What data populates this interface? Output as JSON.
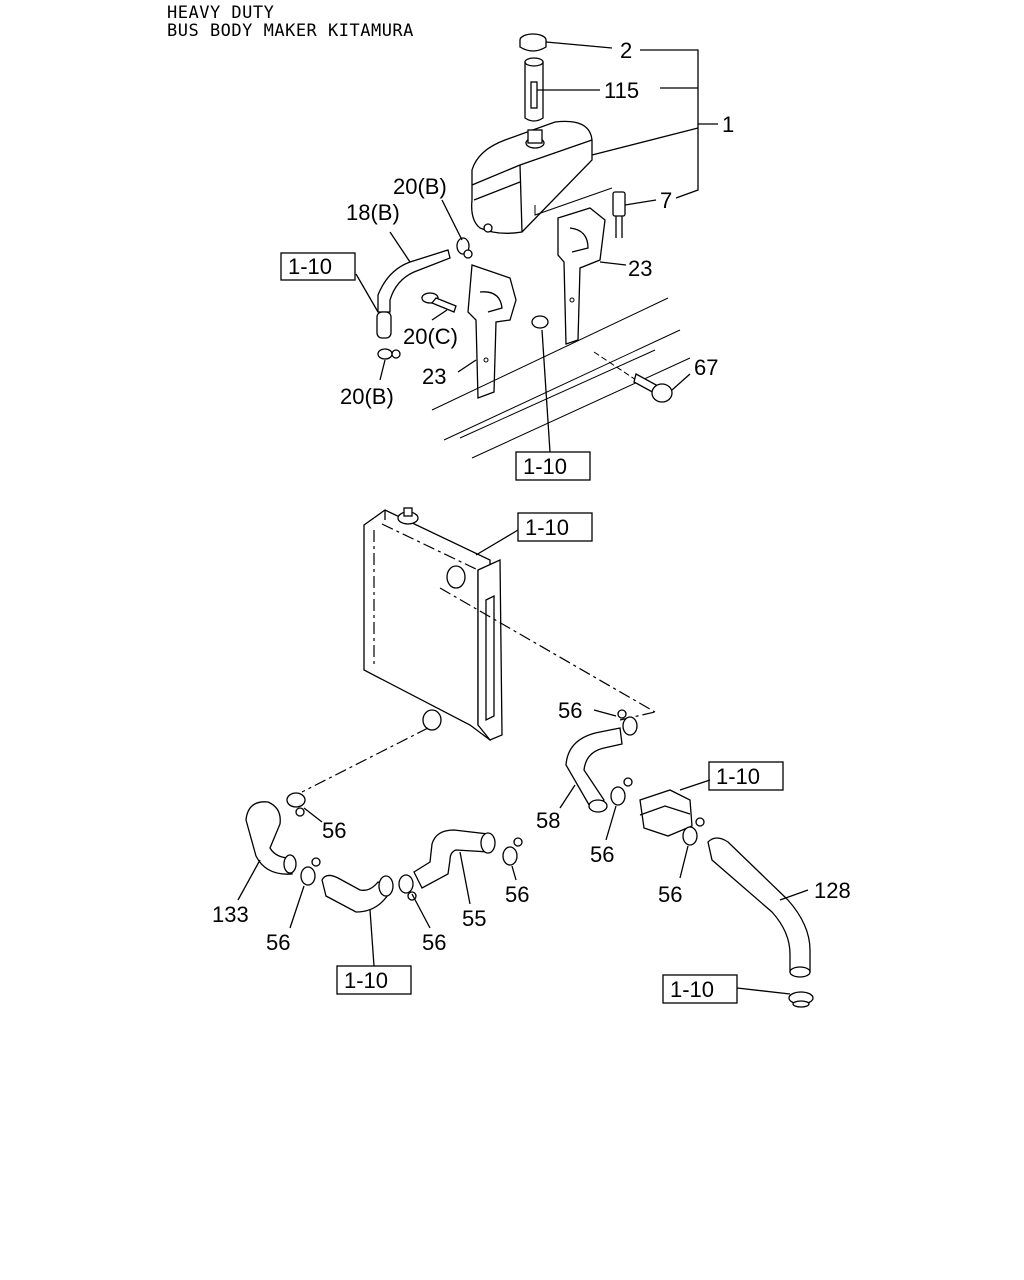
{
  "header": {
    "line1": "HEAVY DUTY",
    "line2": "BUS BODY MAKER KITAMURA"
  },
  "callouts": [
    {
      "id": "c-2",
      "text": "2"
    },
    {
      "id": "c-115",
      "text": "115"
    },
    {
      "id": "c-1",
      "text": "1"
    },
    {
      "id": "c-7",
      "text": "7"
    },
    {
      "id": "c-20b-top",
      "text": "20(B)"
    },
    {
      "id": "c-18b",
      "text": "18(B)"
    },
    {
      "id": "c-23-right",
      "text": "23"
    },
    {
      "id": "c-20c",
      "text": "20(C)"
    },
    {
      "id": "c-23-left",
      "text": "23"
    },
    {
      "id": "c-20b-bottom",
      "text": "20(B)"
    },
    {
      "id": "c-67",
      "text": "67"
    },
    {
      "id": "c-56-a",
      "text": "56"
    },
    {
      "id": "c-56-b",
      "text": "56"
    },
    {
      "id": "c-58",
      "text": "58"
    },
    {
      "id": "c-56-c",
      "text": "56"
    },
    {
      "id": "c-56-d",
      "text": "56"
    },
    {
      "id": "c-128",
      "text": "128"
    },
    {
      "id": "c-133",
      "text": "133"
    },
    {
      "id": "c-56-e",
      "text": "56"
    },
    {
      "id": "c-56-f",
      "text": "56"
    },
    {
      "id": "c-55",
      "text": "55"
    },
    {
      "id": "c-56-g",
      "text": "56"
    }
  ],
  "refs": [
    {
      "id": "r1",
      "text": "1-10"
    },
    {
      "id": "r2",
      "text": "1-10"
    },
    {
      "id": "r3",
      "text": "1-10"
    },
    {
      "id": "r4",
      "text": "1-10"
    },
    {
      "id": "r5",
      "text": "1-10"
    },
    {
      "id": "r6",
      "text": "1-10"
    }
  ]
}
